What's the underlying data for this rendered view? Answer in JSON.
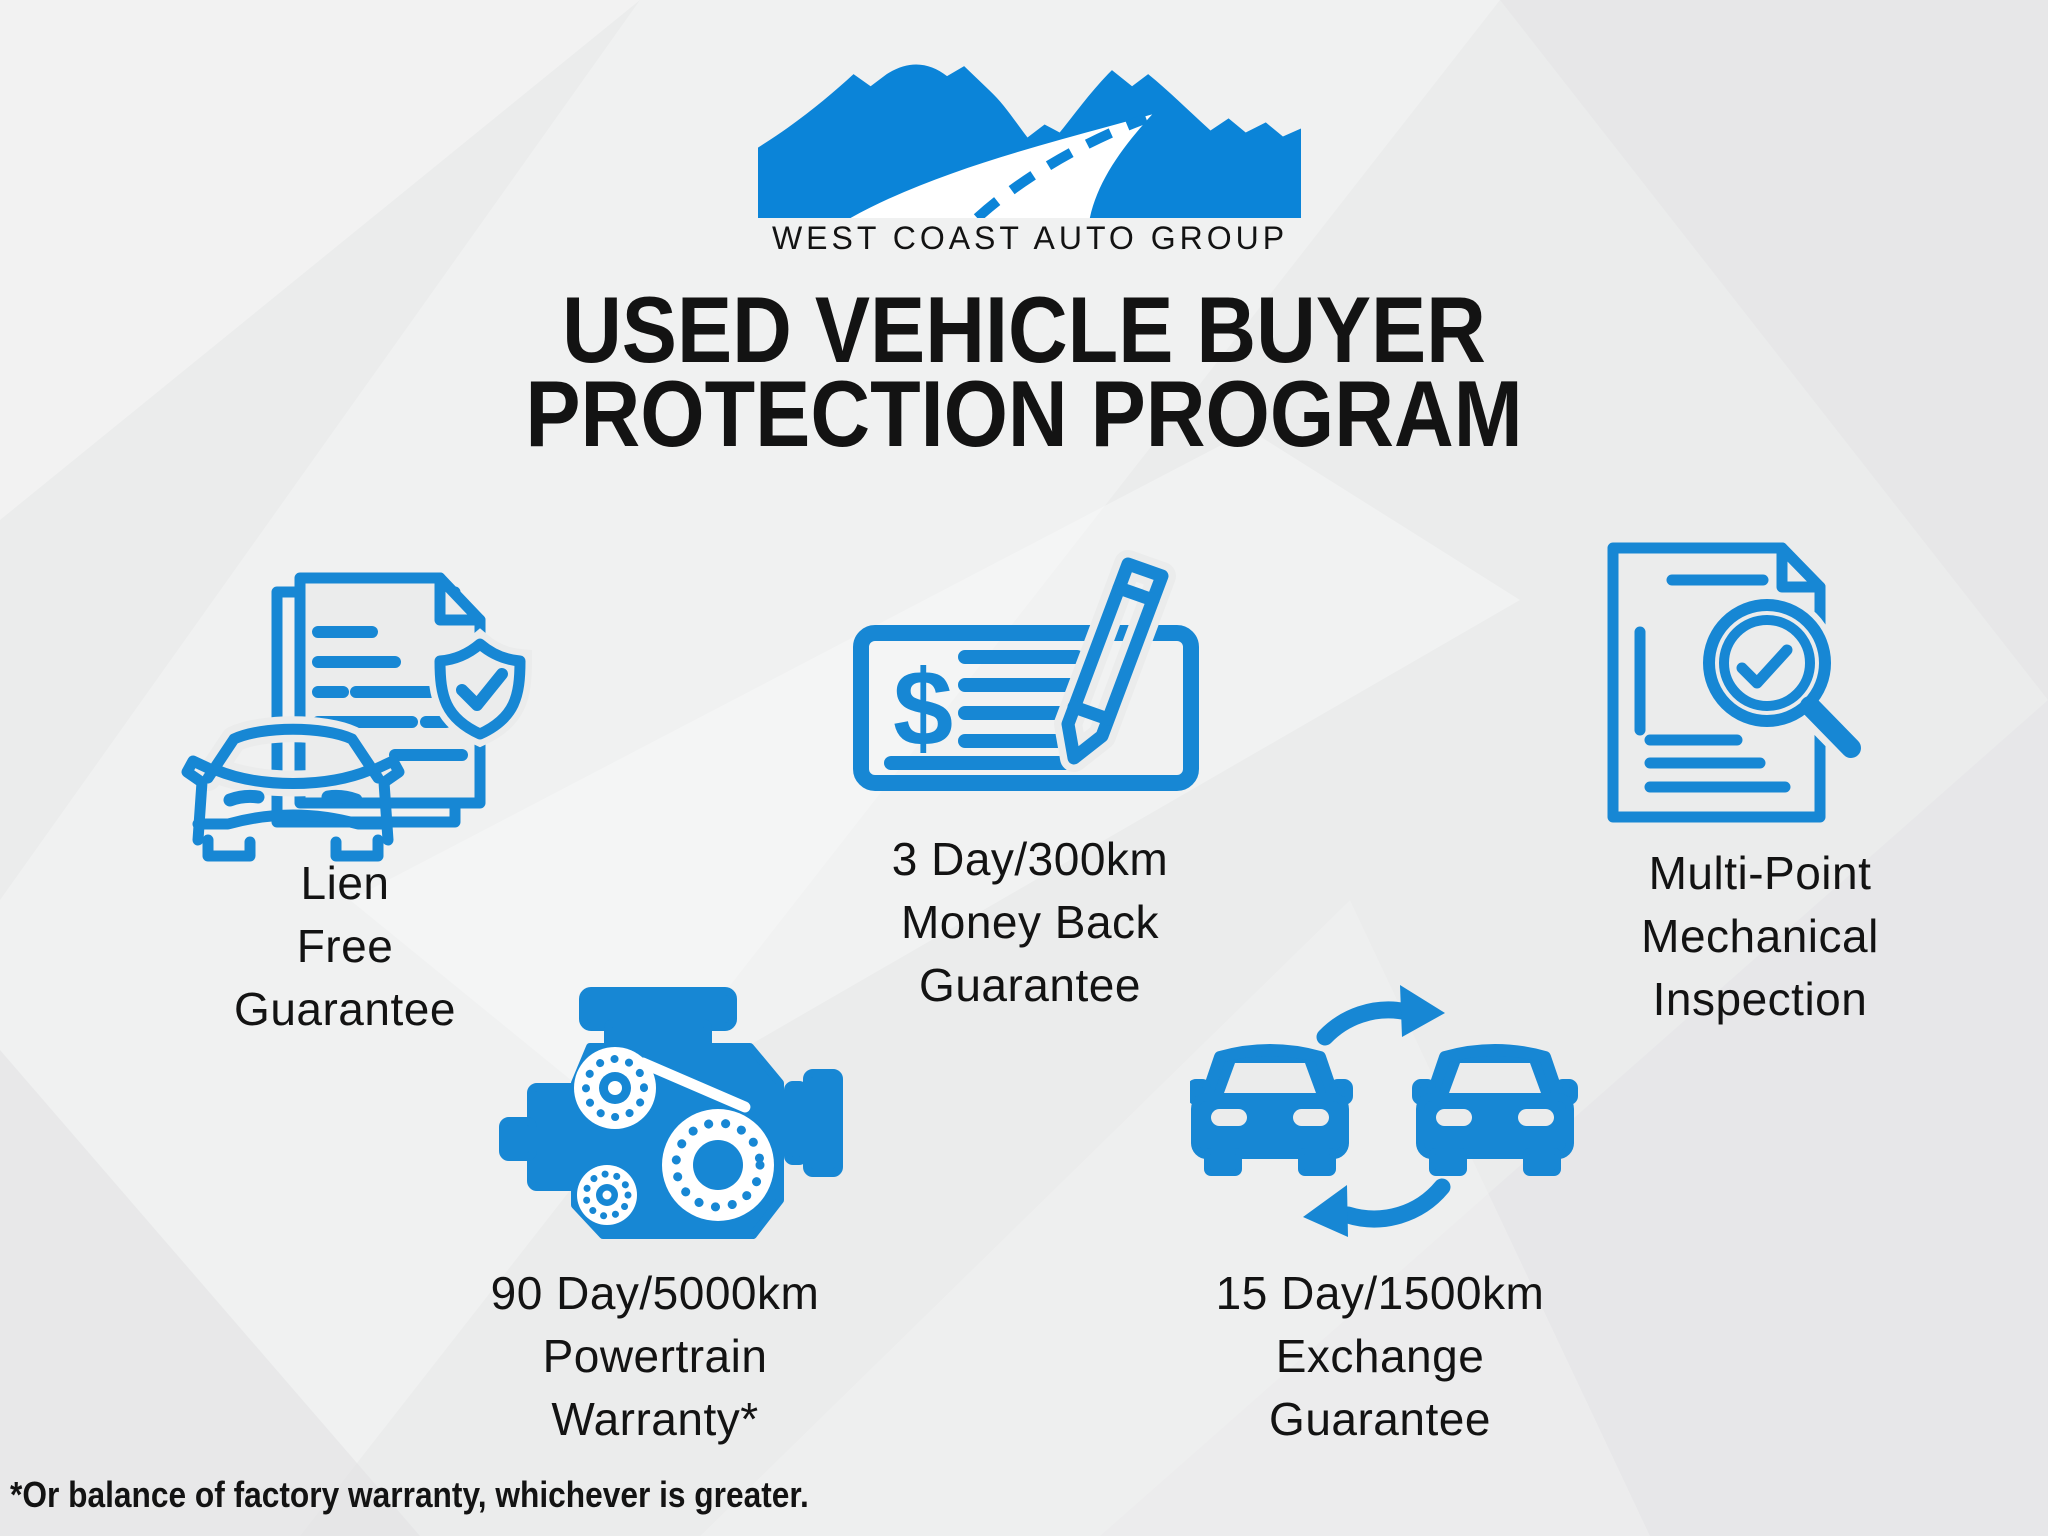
{
  "colors": {
    "brand_blue": "#0b84d8",
    "icon_blue": "#1787d4",
    "text_black": "#131313",
    "background": "#ebecec"
  },
  "logo": {
    "brand": "WEST COAST AUTO GROUP"
  },
  "title": {
    "line1": "USED VEHICLE BUYER",
    "line2": "PROTECTION PROGRAM"
  },
  "features": [
    {
      "id": "lien-free",
      "icon": "car-documents-shield-icon",
      "lines": [
        "Lien",
        "Free",
        "Guarantee"
      ]
    },
    {
      "id": "money-back",
      "icon": "cheque-pencil-icon",
      "lines": [
        "3 Day/300km",
        "Money Back",
        "Guarantee"
      ]
    },
    {
      "id": "inspection",
      "icon": "document-magnifier-check-icon",
      "lines": [
        "Multi-Point",
        "Mechanical",
        "Inspection"
      ]
    },
    {
      "id": "powertrain",
      "icon": "engine-icon",
      "lines": [
        "90 Day/5000km",
        "Powertrain",
        "Warranty*"
      ]
    },
    {
      "id": "exchange",
      "icon": "cars-exchange-arrows-icon",
      "lines": [
        "15 Day/1500km",
        "Exchange",
        "Guarantee"
      ]
    }
  ],
  "footnote": "*Or balance of factory warranty, whichever is greater."
}
